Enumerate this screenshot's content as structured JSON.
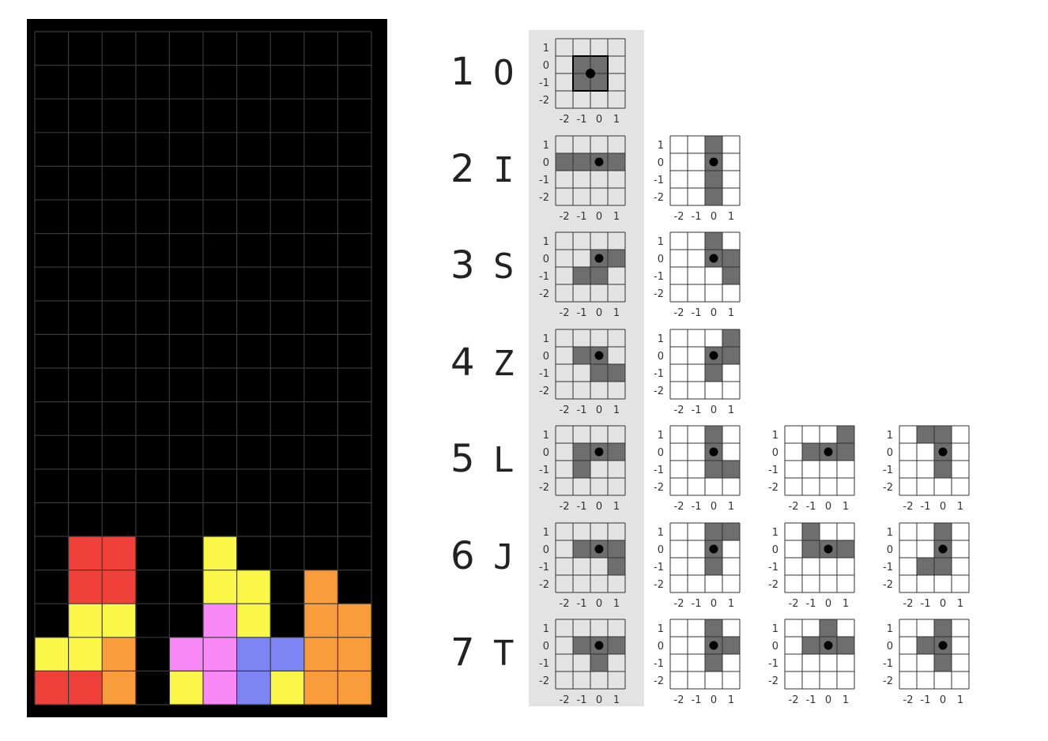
{
  "colors": {
    "board_bg": "#000000",
    "board_grid": "#3a3a3a",
    "red": "#ef4039",
    "yellow": "#fbf749",
    "orange": "#f89c3c",
    "pink": "#f989f7",
    "blue": "#7d84f4",
    "piece_cell": "#6e6e6e",
    "cell_line": "#333333",
    "legend_highlight": "#e3e3e3"
  },
  "board": {
    "cols": 10,
    "rows": 20,
    "filled": [
      {
        "r": 15,
        "c": 1,
        "color": "red"
      },
      {
        "r": 15,
        "c": 2,
        "color": "red"
      },
      {
        "r": 16,
        "c": 1,
        "color": "red"
      },
      {
        "r": 16,
        "c": 2,
        "color": "red"
      },
      {
        "r": 17,
        "c": 1,
        "color": "yellow"
      },
      {
        "r": 17,
        "c": 2,
        "color": "yellow"
      },
      {
        "r": 18,
        "c": 0,
        "color": "yellow"
      },
      {
        "r": 18,
        "c": 1,
        "color": "yellow"
      },
      {
        "r": 18,
        "c": 2,
        "color": "orange"
      },
      {
        "r": 19,
        "c": 0,
        "color": "red"
      },
      {
        "r": 19,
        "c": 1,
        "color": "red"
      },
      {
        "r": 19,
        "c": 2,
        "color": "orange"
      },
      {
        "r": 15,
        "c": 5,
        "color": "yellow"
      },
      {
        "r": 16,
        "c": 5,
        "color": "yellow"
      },
      {
        "r": 16,
        "c": 6,
        "color": "yellow"
      },
      {
        "r": 17,
        "c": 5,
        "color": "pink"
      },
      {
        "r": 17,
        "c": 6,
        "color": "yellow"
      },
      {
        "r": 18,
        "c": 4,
        "color": "pink"
      },
      {
        "r": 18,
        "c": 5,
        "color": "pink"
      },
      {
        "r": 18,
        "c": 6,
        "color": "blue"
      },
      {
        "r": 18,
        "c": 7,
        "color": "blue"
      },
      {
        "r": 19,
        "c": 4,
        "color": "yellow"
      },
      {
        "r": 19,
        "c": 5,
        "color": "pink"
      },
      {
        "r": 19,
        "c": 6,
        "color": "blue"
      },
      {
        "r": 19,
        "c": 7,
        "color": "yellow"
      },
      {
        "r": 16,
        "c": 8,
        "color": "orange"
      },
      {
        "r": 17,
        "c": 8,
        "color": "orange"
      },
      {
        "r": 17,
        "c": 9,
        "color": "orange"
      },
      {
        "r": 18,
        "c": 8,
        "color": "orange"
      },
      {
        "r": 18,
        "c": 9,
        "color": "orange"
      },
      {
        "r": 19,
        "c": 8,
        "color": "orange"
      },
      {
        "r": 19,
        "c": 9,
        "color": "orange"
      }
    ]
  },
  "axis": {
    "y_ticks": [
      "1",
      "0",
      "-1",
      "-2"
    ],
    "x_ticks": [
      "-2",
      "-1",
      "0",
      "1"
    ]
  },
  "pieces": [
    {
      "number": "1",
      "letter": "O",
      "rotations": [
        {
          "cells": [
            [
              -1,
              0
            ],
            [
              0,
              0
            ],
            [
              -1,
              -1
            ],
            [
              0,
              -1
            ]
          ]
        }
      ]
    },
    {
      "number": "2",
      "letter": "I",
      "rotations": [
        {
          "cells": [
            [
              -2,
              0
            ],
            [
              -1,
              0
            ],
            [
              0,
              0
            ],
            [
              1,
              0
            ]
          ]
        },
        {
          "cells": [
            [
              0,
              1
            ],
            [
              0,
              0
            ],
            [
              0,
              -1
            ],
            [
              0,
              -2
            ]
          ]
        }
      ]
    },
    {
      "number": "3",
      "letter": "S",
      "rotations": [
        {
          "cells": [
            [
              0,
              0
            ],
            [
              1,
              0
            ],
            [
              -1,
              -1
            ],
            [
              0,
              -1
            ]
          ]
        },
        {
          "cells": [
            [
              0,
              1
            ],
            [
              0,
              0
            ],
            [
              1,
              0
            ],
            [
              1,
              -1
            ]
          ]
        }
      ]
    },
    {
      "number": "4",
      "letter": "Z",
      "rotations": [
        {
          "cells": [
            [
              -1,
              0
            ],
            [
              0,
              0
            ],
            [
              0,
              -1
            ],
            [
              1,
              -1
            ]
          ]
        },
        {
          "cells": [
            [
              1,
              1
            ],
            [
              0,
              0
            ],
            [
              1,
              0
            ],
            [
              0,
              -1
            ]
          ]
        }
      ]
    },
    {
      "number": "5",
      "letter": "L",
      "rotations": [
        {
          "cells": [
            [
              -1,
              0
            ],
            [
              0,
              0
            ],
            [
              1,
              0
            ],
            [
              -1,
              -1
            ]
          ]
        },
        {
          "cells": [
            [
              0,
              1
            ],
            [
              0,
              0
            ],
            [
              0,
              -1
            ],
            [
              1,
              -1
            ]
          ]
        },
        {
          "cells": [
            [
              1,
              1
            ],
            [
              -1,
              0
            ],
            [
              0,
              0
            ],
            [
              1,
              0
            ]
          ]
        },
        {
          "cells": [
            [
              -1,
              1
            ],
            [
              0,
              1
            ],
            [
              0,
              0
            ],
            [
              0,
              -1
            ]
          ]
        }
      ]
    },
    {
      "number": "6",
      "letter": "J",
      "rotations": [
        {
          "cells": [
            [
              -1,
              0
            ],
            [
              0,
              0
            ],
            [
              1,
              0
            ],
            [
              1,
              -1
            ]
          ]
        },
        {
          "cells": [
            [
              0,
              1
            ],
            [
              1,
              1
            ],
            [
              0,
              0
            ],
            [
              0,
              -1
            ]
          ]
        },
        {
          "cells": [
            [
              -1,
              1
            ],
            [
              -1,
              0
            ],
            [
              0,
              0
            ],
            [
              1,
              0
            ]
          ]
        },
        {
          "cells": [
            [
              0,
              1
            ],
            [
              0,
              0
            ],
            [
              0,
              -1
            ],
            [
              -1,
              -1
            ]
          ]
        }
      ]
    },
    {
      "number": "7",
      "letter": "T",
      "rotations": [
        {
          "cells": [
            [
              -1,
              0
            ],
            [
              0,
              0
            ],
            [
              1,
              0
            ],
            [
              0,
              -1
            ]
          ]
        },
        {
          "cells": [
            [
              0,
              1
            ],
            [
              0,
              0
            ],
            [
              1,
              0
            ],
            [
              0,
              -1
            ]
          ]
        },
        {
          "cells": [
            [
              0,
              1
            ],
            [
              -1,
              0
            ],
            [
              0,
              0
            ],
            [
              1,
              0
            ]
          ]
        },
        {
          "cells": [
            [
              0,
              1
            ],
            [
              -1,
              0
            ],
            [
              0,
              0
            ],
            [
              0,
              -1
            ]
          ]
        }
      ]
    }
  ]
}
